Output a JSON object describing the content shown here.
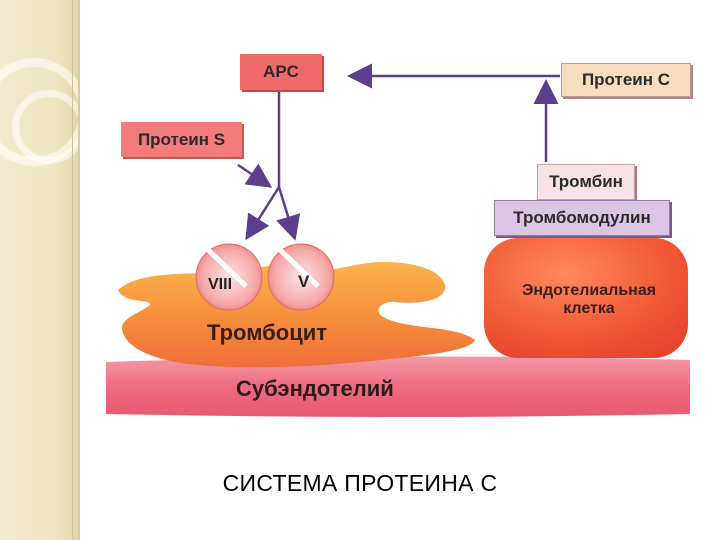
{
  "labels": {
    "apc": "APC",
    "protein_s": "Протеин S",
    "protein_c": "Протеин С",
    "thrombin": "Тромбин",
    "thrombomodulin": "Тромбомодулин",
    "endothelial_cell": "Эндотелиальная клетка",
    "factor_viii": "VIII",
    "factor_v": "V",
    "platelet": "Тромбоцит",
    "subendothelium": "Субэндотелий"
  },
  "caption": "СИСТЕМА ПРОТЕИНА С",
  "colors": {
    "apc_box": "#f06a6a",
    "protein_s_box": "#f37b7b",
    "protein_c_box": "#f8dcbf",
    "thrombin_box": "#f7e3e6",
    "thrombomodulin_box": "#dcc4e4",
    "arrow": "#5b3f8c",
    "platelet": "#f59a3a",
    "endothelial": "#f25a3a",
    "subendothelium": "#f0758a"
  }
}
